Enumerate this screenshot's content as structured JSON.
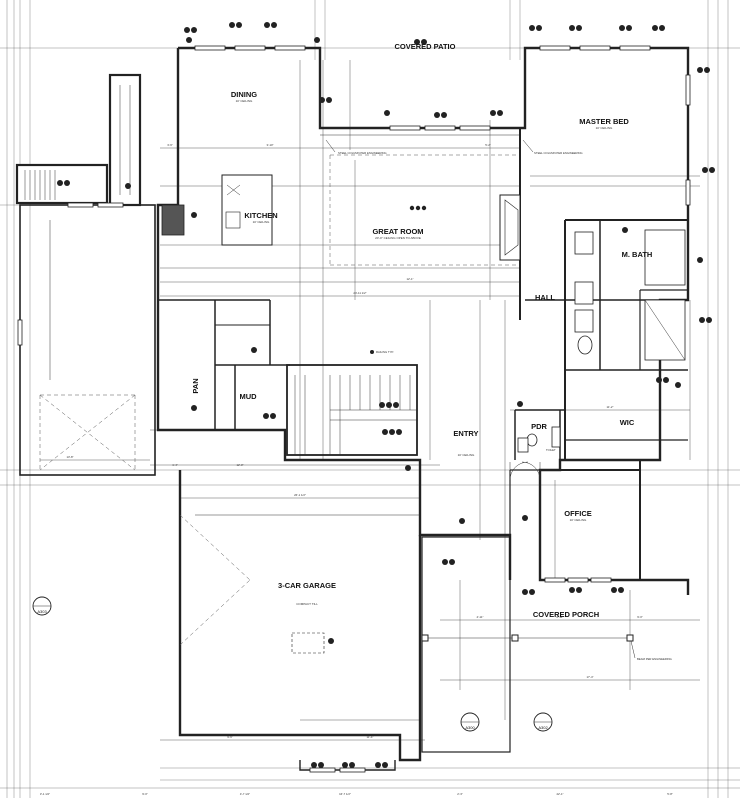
{
  "rooms": {
    "covered_patio": {
      "label": "COVERED PATIO"
    },
    "dining": {
      "label": "DINING",
      "note": "10' CEILING"
    },
    "kitchen": {
      "label": "KITCHEN",
      "note": "10' CEILING"
    },
    "great_room": {
      "label": "GREAT ROOM",
      "note": "20'-0\" CEILING OPEN TO ABOVE"
    },
    "master_bed": {
      "label": "MASTER BED",
      "note": "10' CEILING"
    },
    "m_bath": {
      "label": "M. BATH"
    },
    "hall": {
      "label": "HALL"
    },
    "pan": {
      "label": "PAN"
    },
    "mud": {
      "label": "MUD"
    },
    "entry": {
      "label": "ENTRY",
      "note": "10' CEILING"
    },
    "pdr": {
      "label": "PDR"
    },
    "wic": {
      "label": "WIC"
    },
    "office": {
      "label": "OFFICE",
      "note": "10' CEILING"
    },
    "garage": {
      "label": "3-CAR GARAGE",
      "note": "COMPACT TILL"
    },
    "covered_porch": {
      "label": "COVERED PORCH"
    }
  },
  "notes": {
    "steel_col_left": "STEEL COLUMN PER ENGINEERING",
    "steel_col_right": "STEEL COLUMN PER ENGINEERING",
    "railing": "RAILING TYP.",
    "toilet": "TOILET",
    "beam_right": "BEAM PER ENGINEERING"
  },
  "sections": {
    "a303": "A303",
    "a300": "A300",
    "a302": "A302"
  }
}
